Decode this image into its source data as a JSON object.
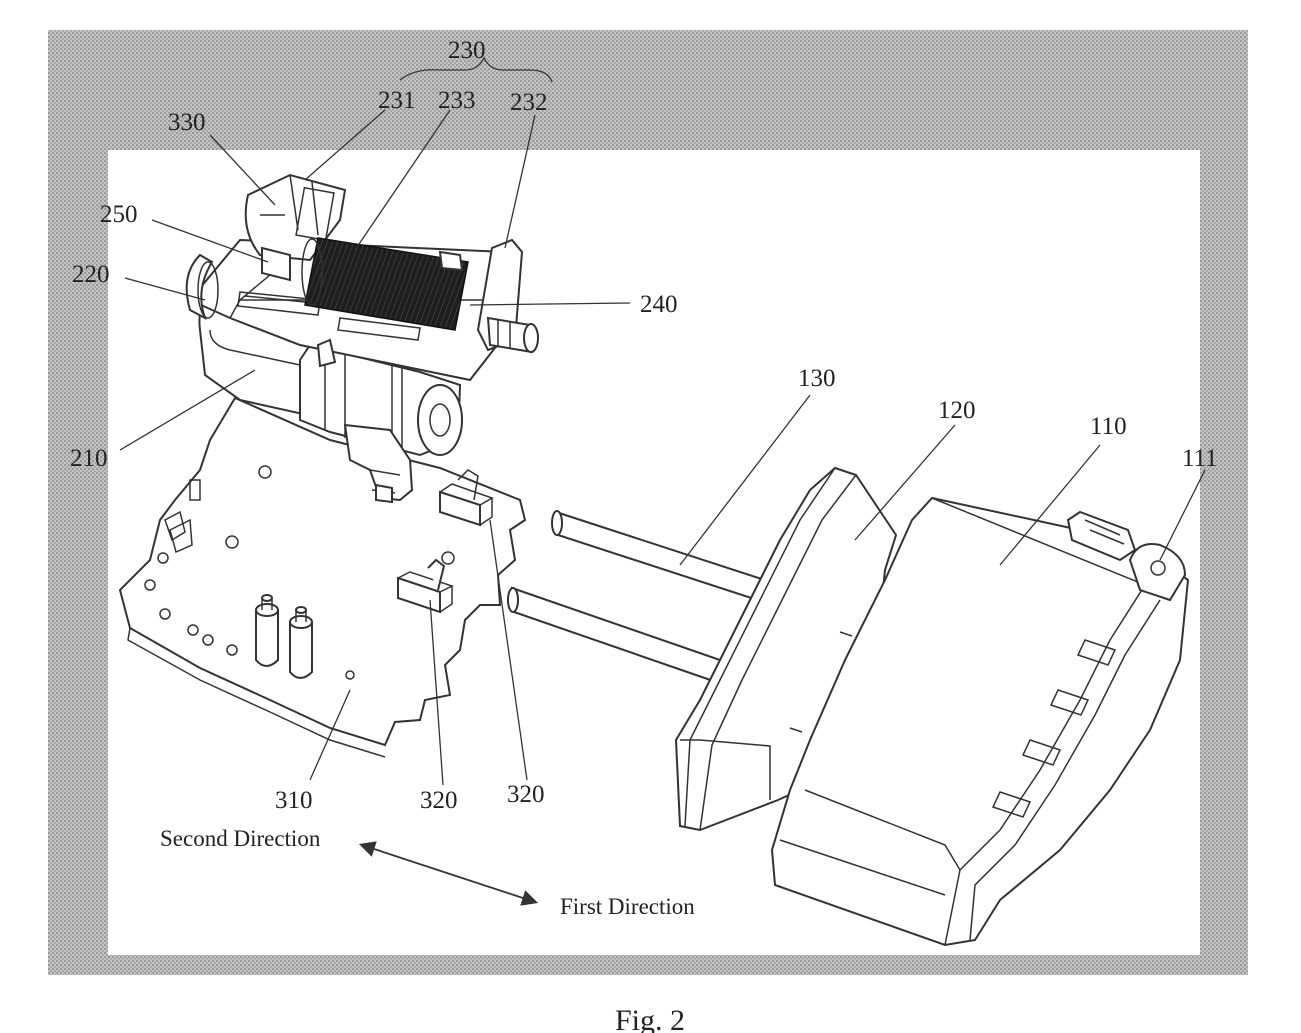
{
  "figure": {
    "caption": "Fig. 2",
    "labels": {
      "l230": "230",
      "l231": "231",
      "l233": "233",
      "l232": "232",
      "l330": "330",
      "l250": "250",
      "l220": "220",
      "l240": "240",
      "l210": "210",
      "l130": "130",
      "l120": "120",
      "l110": "110",
      "l111": "111",
      "l310": "310",
      "l320a": "320",
      "l320b": "320"
    },
    "directions": {
      "second": "Second Direction",
      "first": "First Direction"
    },
    "colors": {
      "background_frame": "#bdbdbd",
      "panel": "#ffffff",
      "line": "#333333",
      "coil": "#1e1e1e"
    }
  }
}
